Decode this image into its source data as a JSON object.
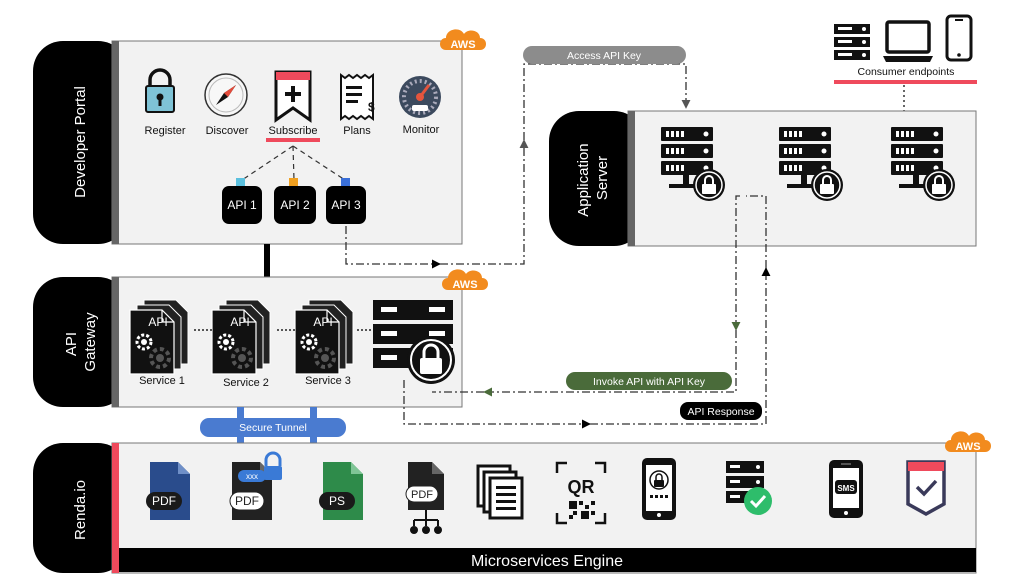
{
  "cloud_label": "AWS",
  "developer_portal": {
    "title": "Developer Portal",
    "items": [
      {
        "icon": "padlock-icon",
        "label": "Register"
      },
      {
        "icon": "compass-icon",
        "label": "Discover"
      },
      {
        "icon": "bookmark-plus-icon",
        "label": "Subscribe"
      },
      {
        "icon": "receipt-icon",
        "label": "Plans"
      },
      {
        "icon": "speedometer-icon",
        "label": "Monitor"
      }
    ],
    "apis": [
      {
        "label": "API 1",
        "color": "#5bc0de"
      },
      {
        "label": "API 2",
        "color": "#f0a020"
      },
      {
        "label": "API 3",
        "color": "#3a6fd8"
      }
    ]
  },
  "api_gateway": {
    "title_line1": "API",
    "title_line2": "Gateway",
    "services": [
      {
        "doc_label": "API",
        "label": "Service 1"
      },
      {
        "doc_label": "API",
        "label": "Service 2"
      },
      {
        "doc_label": "API",
        "label": "Service 3"
      }
    ]
  },
  "application_server": {
    "title_line1": "Application",
    "title_line2": "Server"
  },
  "consumer_endpoints": {
    "label": "Consumer endpoints",
    "icons": [
      "server-rack-icon",
      "laptop-icon",
      "smartphone-icon"
    ]
  },
  "flows": {
    "access_api_key": "Access API Key",
    "invoke_api": "Invoke API with API Key",
    "api_response": "API Response",
    "secure_tunnel": "Secure Tunnel"
  },
  "renda": {
    "title": "Renda.io",
    "engine_label": "Microservices Engine",
    "icons": [
      {
        "icon": "pdf-document-icon",
        "text": "PDF"
      },
      {
        "icon": "encrypted-pdf-icon",
        "text": "PDF",
        "badge": "xxx"
      },
      {
        "icon": "postscript-document-icon",
        "text": "PS"
      },
      {
        "icon": "pdf-split-icon",
        "text": "PDF"
      },
      {
        "icon": "document-stack-icon"
      },
      {
        "icon": "qr-code-icon",
        "text": "QR"
      },
      {
        "icon": "mobile-lock-icon"
      },
      {
        "icon": "server-check-icon"
      },
      {
        "icon": "sms-phone-icon",
        "text": "SMS"
      },
      {
        "icon": "badge-check-icon"
      }
    ]
  },
  "colors": {
    "accent_red": "#ef4a5c",
    "aws_orange": "#f28b1e",
    "panel_fill": "#f2f2f2",
    "tab_black": "#000000",
    "pill_grey": "#8c8c8c",
    "pill_green": "#4a6b3a",
    "pill_blue": "#4a7bd0",
    "border_grey": "#777777"
  }
}
